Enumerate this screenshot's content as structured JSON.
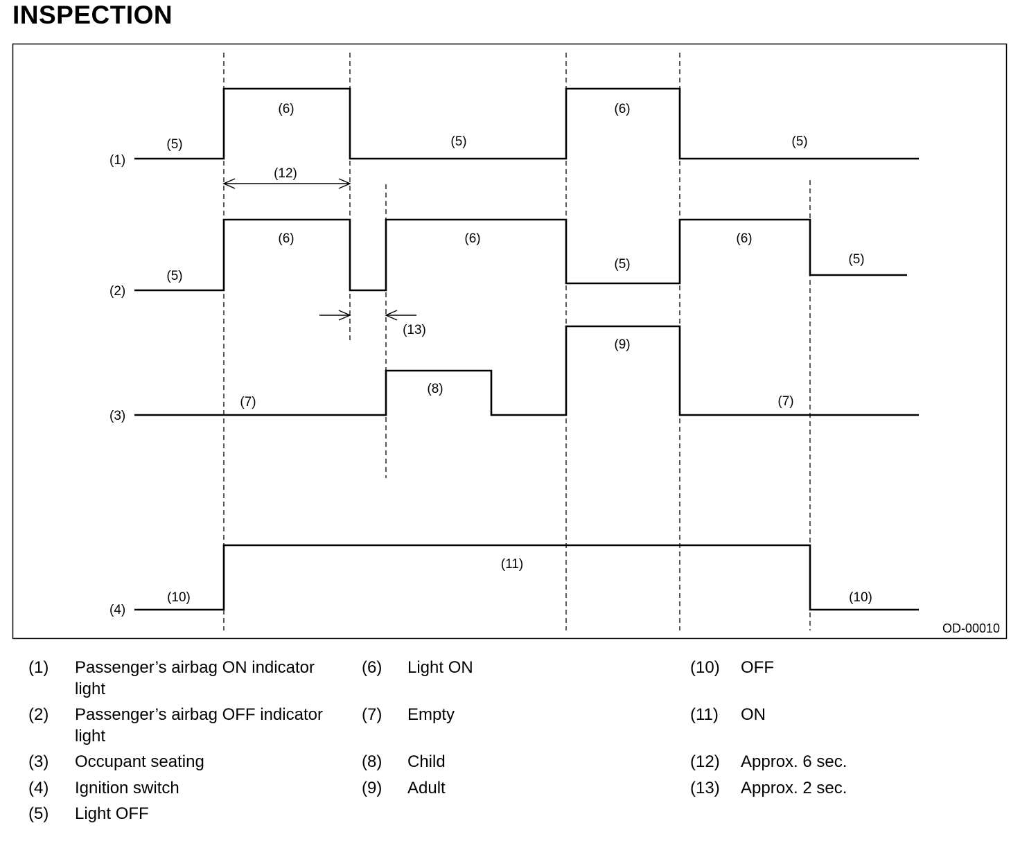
{
  "title": "INSPECTION",
  "figure_id": "OD-00010",
  "row_labels": [
    "(1)",
    "(2)",
    "(3)",
    "(4)"
  ],
  "state_labels": {
    "r1": [
      "(5)",
      "(6)",
      "(5)",
      "(6)",
      "(5)"
    ],
    "r2": [
      "(5)",
      "(6)",
      "(6)",
      "(5)",
      "(6)",
      "(5)"
    ],
    "r3": [
      "(7)",
      "(8)",
      "(9)",
      "(7)"
    ],
    "r4": [
      "(10)",
      "(11)",
      "(10)"
    ]
  },
  "interval_labels": {
    "approx6": "(12)",
    "approx2": "(13)"
  },
  "legend": {
    "col1": [
      {
        "num": "(1)",
        "text": "Passenger’s airbag ON indicator",
        "text2": "light"
      },
      {
        "num": "(2)",
        "text": "Passenger’s airbag OFF indicator",
        "text2": "light"
      },
      {
        "num": "(3)",
        "text": "Occupant seating",
        "text2": ""
      },
      {
        "num": "(4)",
        "text": "Ignition switch",
        "text2": ""
      },
      {
        "num": "(5)",
        "text": "Light OFF",
        "text2": ""
      }
    ],
    "col2": [
      {
        "num": "(6)",
        "text": "Light ON"
      },
      {
        "num": "(7)",
        "text": "Empty"
      },
      {
        "num": "(8)",
        "text": "Child"
      },
      {
        "num": "(9)",
        "text": "Adult"
      }
    ],
    "col3": [
      {
        "num": "(10)",
        "text": "OFF"
      },
      {
        "num": "(11)",
        "text": "ON"
      },
      {
        "num": "(12)",
        "text": "Approx. 6 sec."
      },
      {
        "num": "(13)",
        "text": "Approx. 2 sec."
      }
    ]
  }
}
